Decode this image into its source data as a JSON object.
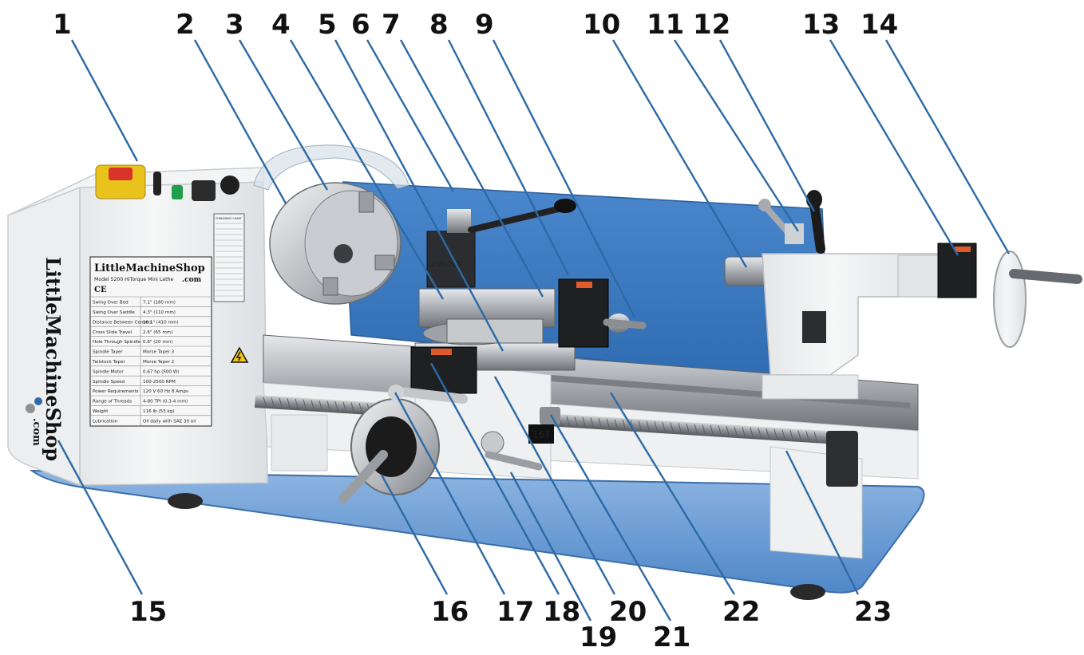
{
  "callouts": [
    "1",
    "2",
    "3",
    "4",
    "5",
    "6",
    "7",
    "8",
    "9",
    "10",
    "11",
    "12",
    "13",
    "14",
    "15",
    "16",
    "17",
    "18",
    "19",
    "20",
    "21",
    "22",
    "23"
  ],
  "headstock_text": {
    "brand_vertical": "LittleMachineShop",
    "brand_vertical_suffix": ".com",
    "plate_brand": "LittleMachineShop",
    "plate_brand_suffix": ".com",
    "plate_model": "Model 5200 HiTorque Mini Lathe",
    "plate_marks": "CE",
    "spec_rows": [
      [
        "Swing Over Bed",
        "7.1\" (180 mm)"
      ],
      [
        "Swing Over Saddle",
        "4.3\" (110 mm)"
      ],
      [
        "Distance Between Centers",
        "16.1\" (410 mm)"
      ],
      [
        "Cross Slide Travel",
        "2.6\" (65 mm)"
      ],
      [
        "Hole Through Spindle",
        "0.8\" (20 mm)"
      ],
      [
        "Spindle Taper",
        "Morse Taper 3"
      ],
      [
        "Tailstock Taper",
        "Morse Taper 2"
      ],
      [
        "Spindle Motor",
        "0.67 hp (500 W)"
      ],
      [
        "Spindle Speed",
        "100-2500 RPM"
      ],
      [
        "Power Requirements",
        "120 V 60 Hz 8 Amps"
      ],
      [
        "Range of Threads",
        "4-80 TPI (0.3-4 mm)"
      ],
      [
        "Weight",
        "116 lb (53 kg)"
      ],
      [
        "Lubrication",
        "Oil daily with SAE 30 oil"
      ]
    ],
    "threading_chart_title": "THREADING CHART",
    "gear_tag": "16T",
    "toolpost_tag": "250-000"
  },
  "colors": {
    "label_text": "#111111",
    "leader_line": "#2d6aa6",
    "machine_body": "#f1f2f2",
    "splash_guard": "#3f7dc4",
    "base_pan": "#6fa0d6",
    "metal": "#b9bcc0"
  }
}
